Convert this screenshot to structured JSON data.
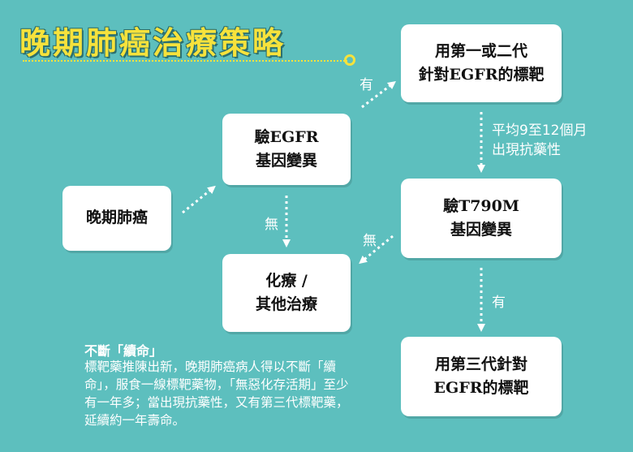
{
  "title": "晚期肺癌治療策略",
  "boxes": {
    "start": "晚期肺癌",
    "egfr_test": "驗EGFR\n基因變異",
    "first_second_gen": "用第一或二代\n針對EGFR的標靶",
    "t790m_test": "驗T790M\n基因變異",
    "chemo": "化療 /\n其他治療",
    "third_gen": "用第三代針對\nEGFR的標靶"
  },
  "labels": {
    "yes_1": "有",
    "no_1": "無",
    "no_2": "無",
    "yes_2": "有",
    "resistance_line1": "平均9至12個月",
    "resistance_line2": "出現抗藥性"
  },
  "note": {
    "title": "不斷「續命」",
    "body": "標靶藥推陳出新，晚期肺癌病人得以不斷「續命」，服食一線標靶藥物，「無惡化存活期」至少有一年多；當出現抗藥性，又有第三代標靶藥，延續約一年壽命。"
  },
  "colors": {
    "background": "#5dbfbe",
    "title": "#f6e23c",
    "box": "#ffffff",
    "arrow": "#ffffff"
  }
}
